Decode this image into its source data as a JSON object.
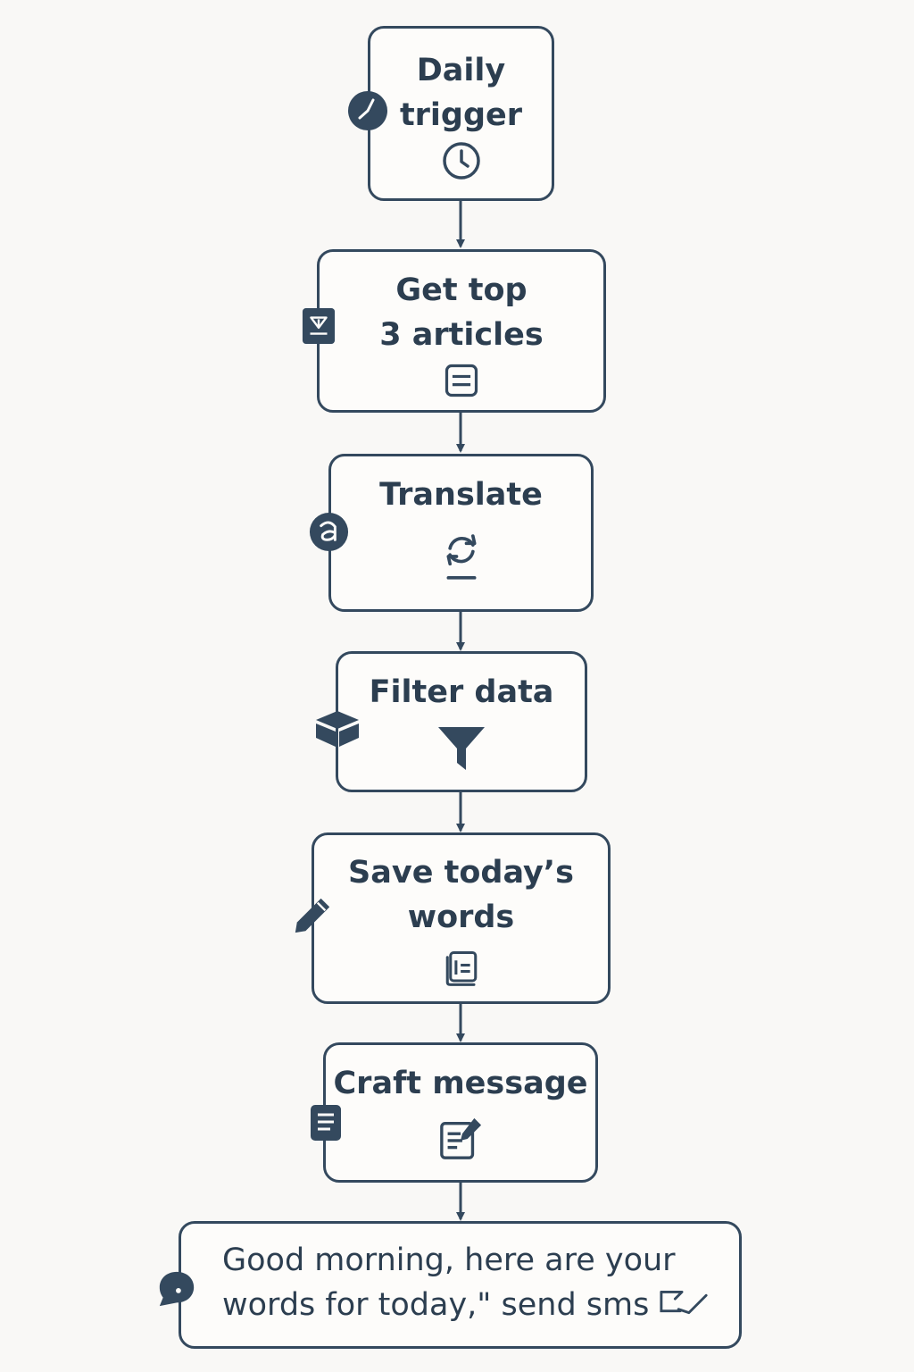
{
  "flow": {
    "steps": [
      {
        "id": "daily-trigger",
        "title": "Daily\ntrigger",
        "icon": "clock-icon",
        "badge": "clock-badge-icon"
      },
      {
        "id": "get-top-articles",
        "title": "Get top\n3 articles",
        "icon": "article-list-icon",
        "badge": "download-badge-icon"
      },
      {
        "id": "translate",
        "title": "Translate",
        "icon": "refresh-arrows-icon",
        "badge": "translate-badge-icon"
      },
      {
        "id": "filter-data",
        "title": "Filter data",
        "icon": "funnel-icon",
        "badge": "cube-badge-icon"
      },
      {
        "id": "save-words",
        "title": "Save today’s\nwords",
        "icon": "book-icon",
        "badge": "pencil-badge-icon"
      },
      {
        "id": "craft-message",
        "title": "Craft message",
        "icon": "edit-document-icon",
        "badge": "document-badge-icon"
      }
    ],
    "final": {
      "text": "Good morning, here are your\nwords for today,\" send sms",
      "icon": "send-sms-icon",
      "badge": "chat-bubble-icon"
    }
  },
  "colors": {
    "stroke": "#34495e",
    "text": "#2c3e50",
    "background": "#f9f8f6",
    "node_fill": "#fdfcfa"
  }
}
